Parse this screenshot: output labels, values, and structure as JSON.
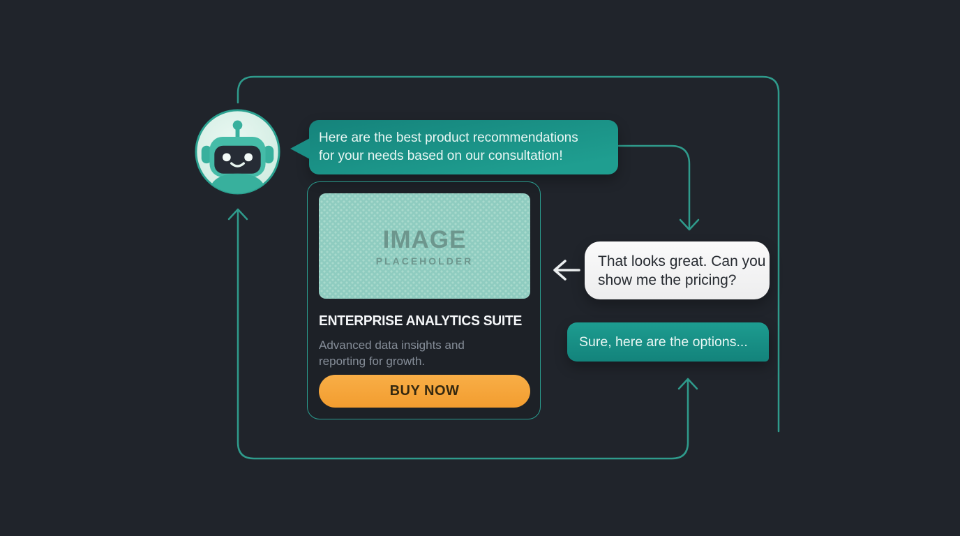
{
  "colors": {
    "background": "#20242b",
    "accent_teal": "#1d9488",
    "flow_line": "#2f9b8c",
    "cta_orange": "#f5a53c",
    "user_bubble": "#f2f2f3",
    "avatar_mint": "#ddf2ea"
  },
  "messages": {
    "bot_main": {
      "line1": "Here are the best product recommendations",
      "line2": "for your needs based on our consultation!"
    },
    "user_reply": {
      "line1": "That looks great. Can you",
      "line2": "show me the pricing?"
    },
    "bot_followup": "Sure, here are the options..."
  },
  "product_card": {
    "image_placeholder": {
      "line1": "IMAGE",
      "line2": "PLACEHOLDER"
    },
    "title": "ENTERPRISE ANALYTICS SUITE",
    "description": {
      "line1": "Advanced data insights and",
      "line2": "reporting for growth."
    },
    "cta_label": "BUY NOW"
  }
}
